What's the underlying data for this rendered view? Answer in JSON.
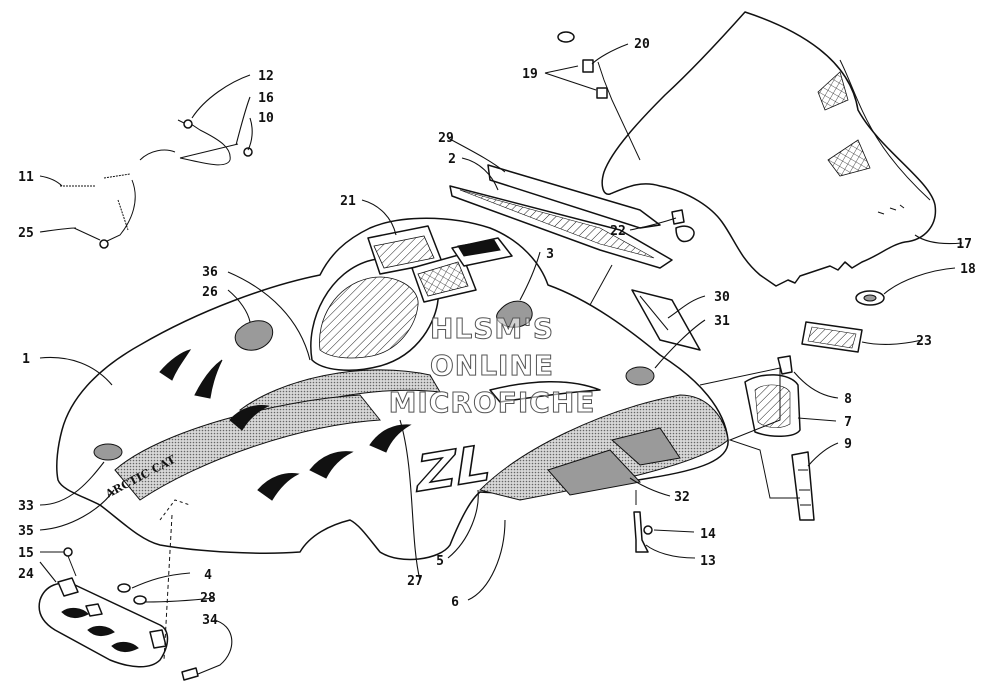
{
  "watermark": [
    "HLSM'S",
    "ONLINE",
    "MICROFICHE"
  ],
  "decals": {
    "brand": "ARCTIC CAT",
    "model": "ZL"
  },
  "callouts": [
    {
      "id": "1",
      "label": "1"
    },
    {
      "id": "2",
      "label": "2"
    },
    {
      "id": "3",
      "label": "3"
    },
    {
      "id": "4",
      "label": "4"
    },
    {
      "id": "5",
      "label": "5"
    },
    {
      "id": "6",
      "label": "6"
    },
    {
      "id": "7",
      "label": "7"
    },
    {
      "id": "8",
      "label": "8"
    },
    {
      "id": "9",
      "label": "9"
    },
    {
      "id": "10",
      "label": "10"
    },
    {
      "id": "11",
      "label": "11"
    },
    {
      "id": "12",
      "label": "12"
    },
    {
      "id": "13",
      "label": "13"
    },
    {
      "id": "14",
      "label": "14"
    },
    {
      "id": "15",
      "label": "15"
    },
    {
      "id": "16",
      "label": "16"
    },
    {
      "id": "17",
      "label": "17"
    },
    {
      "id": "18",
      "label": "18"
    },
    {
      "id": "19",
      "label": "19"
    },
    {
      "id": "20",
      "label": "20"
    },
    {
      "id": "21",
      "label": "21"
    },
    {
      "id": "22",
      "label": "22"
    },
    {
      "id": "23",
      "label": "23"
    },
    {
      "id": "24",
      "label": "24"
    },
    {
      "id": "25",
      "label": "25"
    },
    {
      "id": "26",
      "label": "26"
    },
    {
      "id": "27",
      "label": "27"
    },
    {
      "id": "28",
      "label": "28"
    },
    {
      "id": "29",
      "label": "29"
    },
    {
      "id": "30",
      "label": "30"
    },
    {
      "id": "31",
      "label": "31"
    },
    {
      "id": "32",
      "label": "32"
    },
    {
      "id": "33",
      "label": "33"
    },
    {
      "id": "34",
      "label": "34"
    },
    {
      "id": "35",
      "label": "35"
    },
    {
      "id": "36",
      "label": "36"
    }
  ]
}
